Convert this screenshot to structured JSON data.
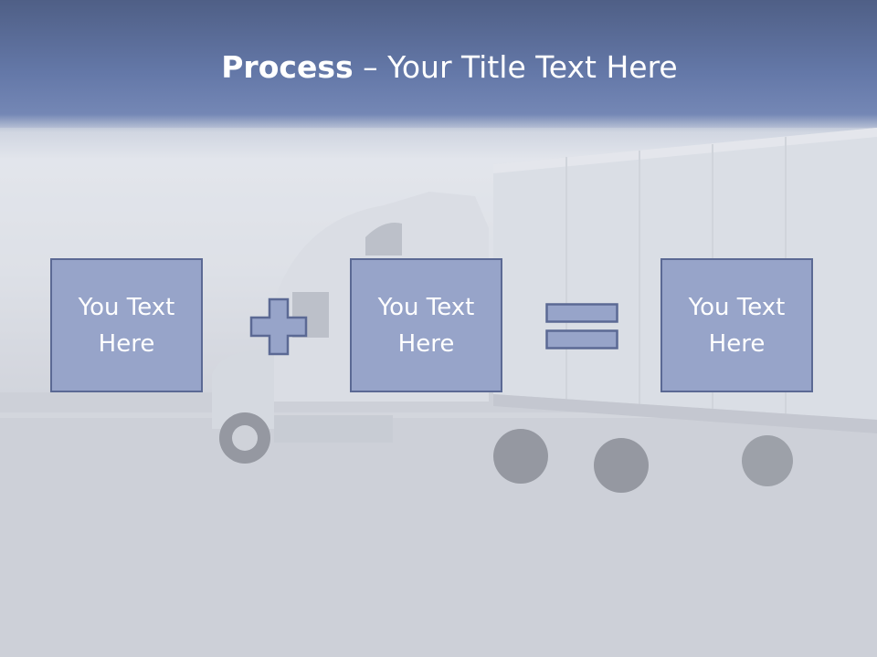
{
  "title": {
    "bold": "Process",
    "rest": " – Your Title Text Here"
  },
  "boxes": [
    {
      "label": "You Text\nHere"
    },
    {
      "label": "You Text\nHere"
    },
    {
      "label": "You Text\nHere"
    }
  ],
  "operators": [
    "plus-icon",
    "equals-icon"
  ],
  "colors": {
    "box_fill": "#97a4c9",
    "box_border": "#5b6994",
    "title_bar": "#6478a8",
    "text": "#ffffff"
  }
}
